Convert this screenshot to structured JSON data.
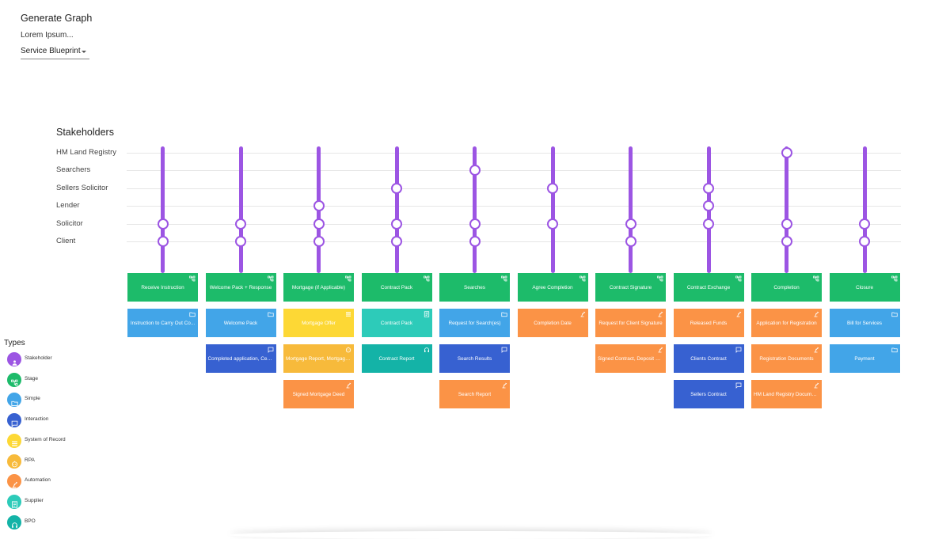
{
  "header": {
    "title": "Generate Graph",
    "subtitle": "Lorem Ipsum...",
    "view_select": {
      "value": "Service Blueprint"
    }
  },
  "stakeholders": {
    "title": "Stakeholders",
    "rows": [
      "HM Land Registry",
      "Searchers",
      "Sellers Solicitor",
      "Lender",
      "Solicitor",
      "Client"
    ]
  },
  "colors": {
    "Stakeholder": "#9C55E3",
    "Stage": "#1DBB6A",
    "Simple": "#42A5E8",
    "Interaction": "#3761D1",
    "System of Record": "#FDD835",
    "RPA": "#F7BA3B",
    "Automation": "#FB9346",
    "Supplier": "#2DCBB9",
    "BPO": "#14B3A7"
  },
  "type_icons": {
    "Stakeholder": "person-icon",
    "Stage": "hierarchy-icon",
    "Simple": "folder-icon",
    "Interaction": "chat-icon",
    "System of Record": "list-icon",
    "RPA": "robot-icon",
    "Automation": "robot-arm-icon",
    "Supplier": "document-icon",
    "BPO": "headset-icon"
  },
  "columns": [
    {
      "links": [
        "Solicitor",
        "Client"
      ],
      "cards": [
        {
          "label": "Receive Instruction",
          "type": "Stage"
        },
        {
          "label": "Instruction to Carry Out Co...",
          "type": "Simple"
        }
      ]
    },
    {
      "links": [
        "Solicitor",
        "Client"
      ],
      "cards": [
        {
          "label": "Welcome Pack + Response",
          "type": "Stage"
        },
        {
          "label": "Welcome Pack",
          "type": "Simple"
        },
        {
          "label": "Completed application, Cert...",
          "type": "Interaction"
        }
      ]
    },
    {
      "links": [
        "Lender",
        "Solicitor",
        "Client"
      ],
      "cards": [
        {
          "label": "Mortgage (if Applicable)",
          "type": "Stage"
        },
        {
          "label": "Mortgage Offer",
          "type": "System of Record"
        },
        {
          "label": "Mortgage Report, Mortgage D...",
          "type": "RPA"
        },
        {
          "label": "Signed Mortgage Deed",
          "type": "Automation"
        }
      ]
    },
    {
      "links": [
        "Sellers Solicitor",
        "Solicitor",
        "Client"
      ],
      "cards": [
        {
          "label": "Contract Pack",
          "type": "Stage"
        },
        {
          "label": "Contract Pack",
          "type": "Supplier"
        },
        {
          "label": "Contract Report",
          "type": "BPO"
        }
      ]
    },
    {
      "links": [
        "Searchers",
        "Solicitor",
        "Client"
      ],
      "cards": [
        {
          "label": "Searches",
          "type": "Stage"
        },
        {
          "label": "Request for Search(es)",
          "type": "Simple"
        },
        {
          "label": "Search Results",
          "type": "Interaction"
        },
        {
          "label": "Search Report",
          "type": "Automation"
        }
      ]
    },
    {
      "links": [
        "Sellers Solicitor",
        "Solicitor"
      ],
      "cards": [
        {
          "label": "Agree Completion",
          "type": "Stage"
        },
        {
          "label": "Completion Date",
          "type": "Automation"
        }
      ]
    },
    {
      "links": [
        "Solicitor",
        "Client"
      ],
      "cards": [
        {
          "label": "Contract Signature",
          "type": "Stage"
        },
        {
          "label": "Request for Client Signature",
          "type": "Automation"
        },
        {
          "label": "Signed Contract, Deposit Po...",
          "type": "Automation"
        }
      ]
    },
    {
      "links": [
        "Sellers Solicitor",
        "Lender",
        "Solicitor"
      ],
      "cards": [
        {
          "label": "Contract Exchange",
          "type": "Stage"
        },
        {
          "label": "Released Funds",
          "type": "Automation"
        },
        {
          "label": "Clients Contract",
          "type": "Interaction"
        },
        {
          "label": "Sellers Contract",
          "type": "Interaction"
        }
      ]
    },
    {
      "links": [
        "HM Land Registry",
        "Solicitor",
        "Client"
      ],
      "cards": [
        {
          "label": "Completion",
          "type": "Stage"
        },
        {
          "label": "Application for Registration",
          "type": "Automation"
        },
        {
          "label": "Registration Documents",
          "type": "Automation"
        },
        {
          "label": "HM Land Registry Documents",
          "type": "Automation"
        }
      ]
    },
    {
      "links": [
        "Solicitor",
        "Client"
      ],
      "cards": [
        {
          "label": "Closure",
          "type": "Stage"
        },
        {
          "label": "Bill for Services",
          "type": "Simple"
        },
        {
          "label": "Payment",
          "type": "Simple"
        }
      ]
    }
  ],
  "types": {
    "title": "Types",
    "items": [
      "Stakeholder",
      "Stage",
      "Simple",
      "Interaction",
      "System of Record",
      "RPA",
      "Automation",
      "Supplier",
      "BPO"
    ]
  }
}
